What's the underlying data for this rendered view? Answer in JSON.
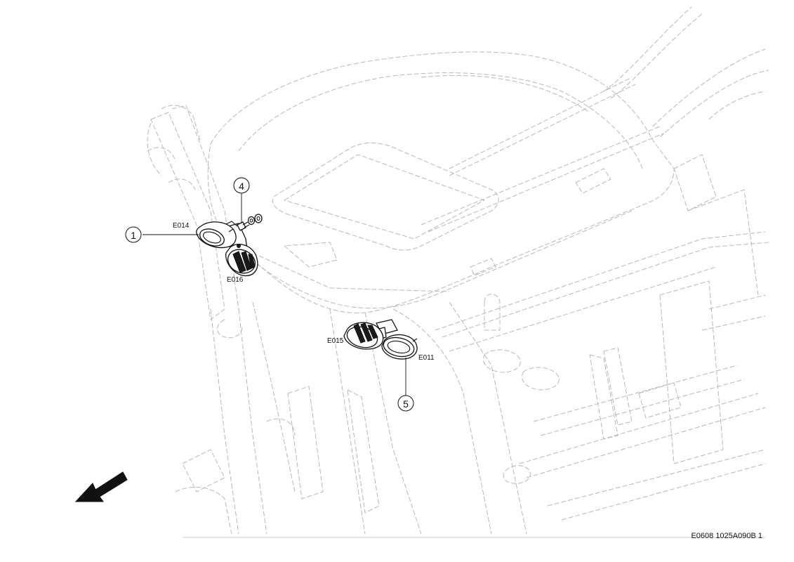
{
  "diagram": {
    "callouts": [
      {
        "id": "1",
        "label": "1"
      },
      {
        "id": "4",
        "label": "4"
      },
      {
        "id": "5",
        "label": "5"
      }
    ],
    "references": {
      "e014": "E014",
      "e016": "E016",
      "e015": "E015",
      "e011": "E011"
    },
    "drawing_code": "E0608 1025A090B 1",
    "direction_arrow_icon": "forward-direction-arrow-icon"
  }
}
